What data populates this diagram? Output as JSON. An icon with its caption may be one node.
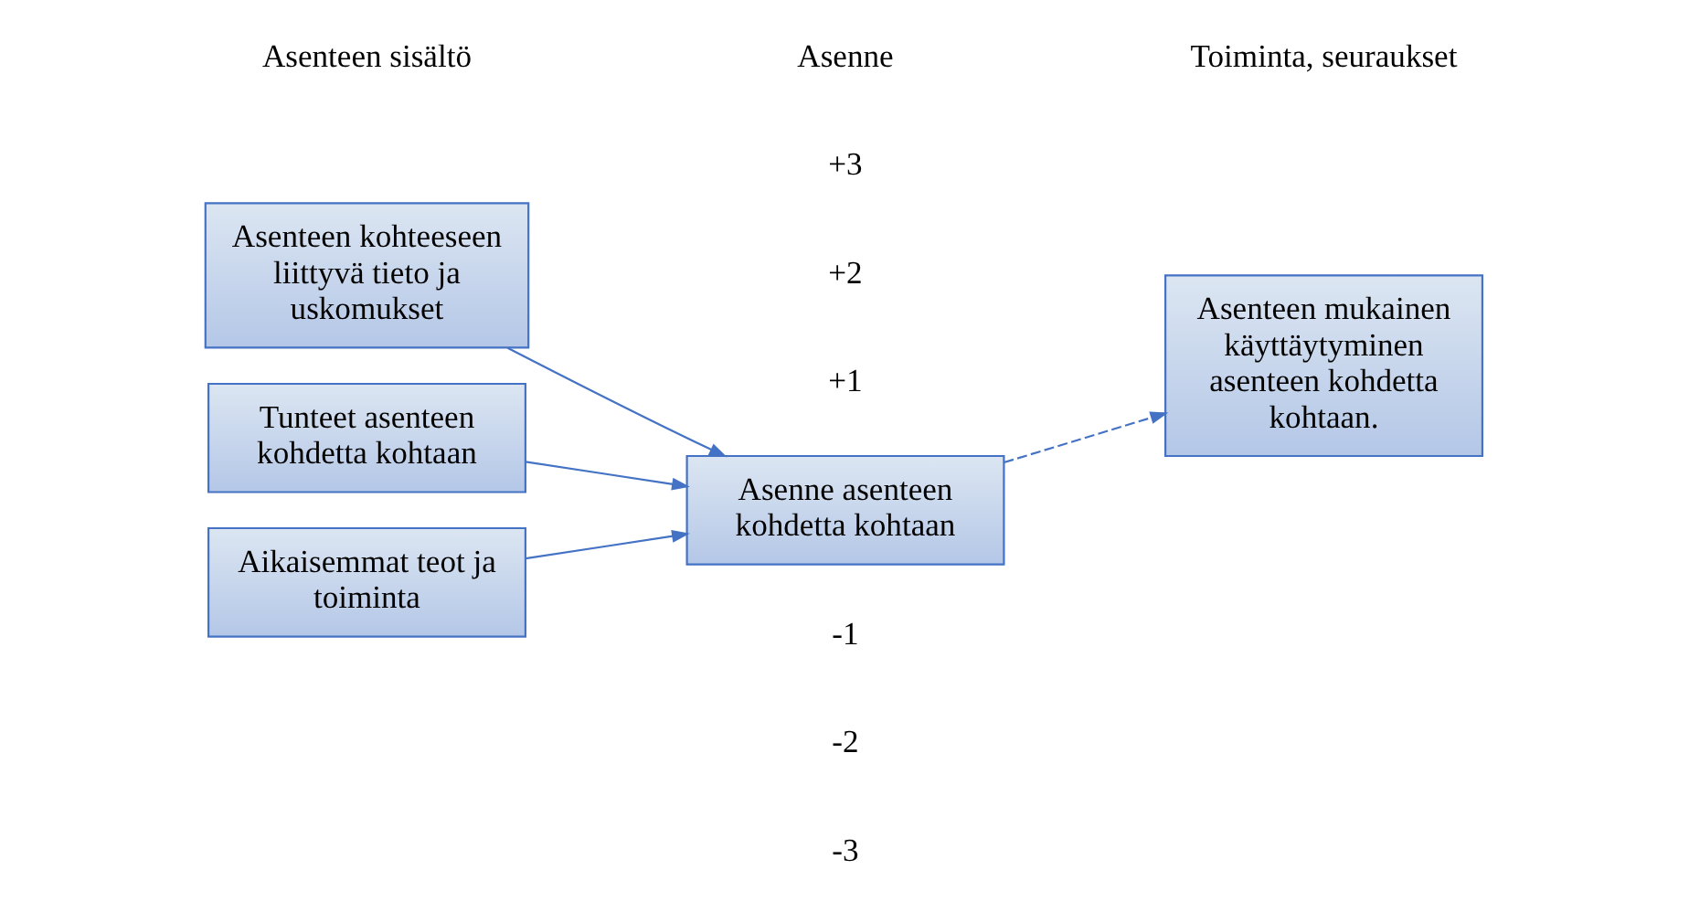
{
  "diagram": {
    "nodes": [
      {
        "text": [
          "Asenteen kohteeseen liittyvä tieto ja uskomukset"
        ]
      },
      {
        "text": [
          "Tunteet asenteen kohdetta kohtaan"
        ]
      },
      {
        "text": [
          "Aikaisemmat teot ja toiminta"
        ]
      },
      {
        "text": [
          "Asenne asenteen kohdetta kohtaan"
        ]
      },
      {
        "text": [
          "Asenteen mukainen käyttäytyminen asenteen kohdetta kohtaan."
        ]
      }
    ],
    "edges": [
      {
        "from": 0,
        "to": 3,
        "arrow": "to"
      },
      {
        "from": 1,
        "to": 3,
        "arrow": "to"
      },
      {
        "from": 2,
        "to": 3,
        "arrow": "to"
      },
      {
        "from": 3,
        "to": 4,
        "arrow": "to",
        "style": "dashed"
      }
    ],
    "labels": [
      "Asenteen sisältö",
      "Asenne",
      "Toiminta, seuraukset",
      "+3",
      "+2",
      "+1",
      "-1",
      "-2",
      "-3"
    ]
  }
}
